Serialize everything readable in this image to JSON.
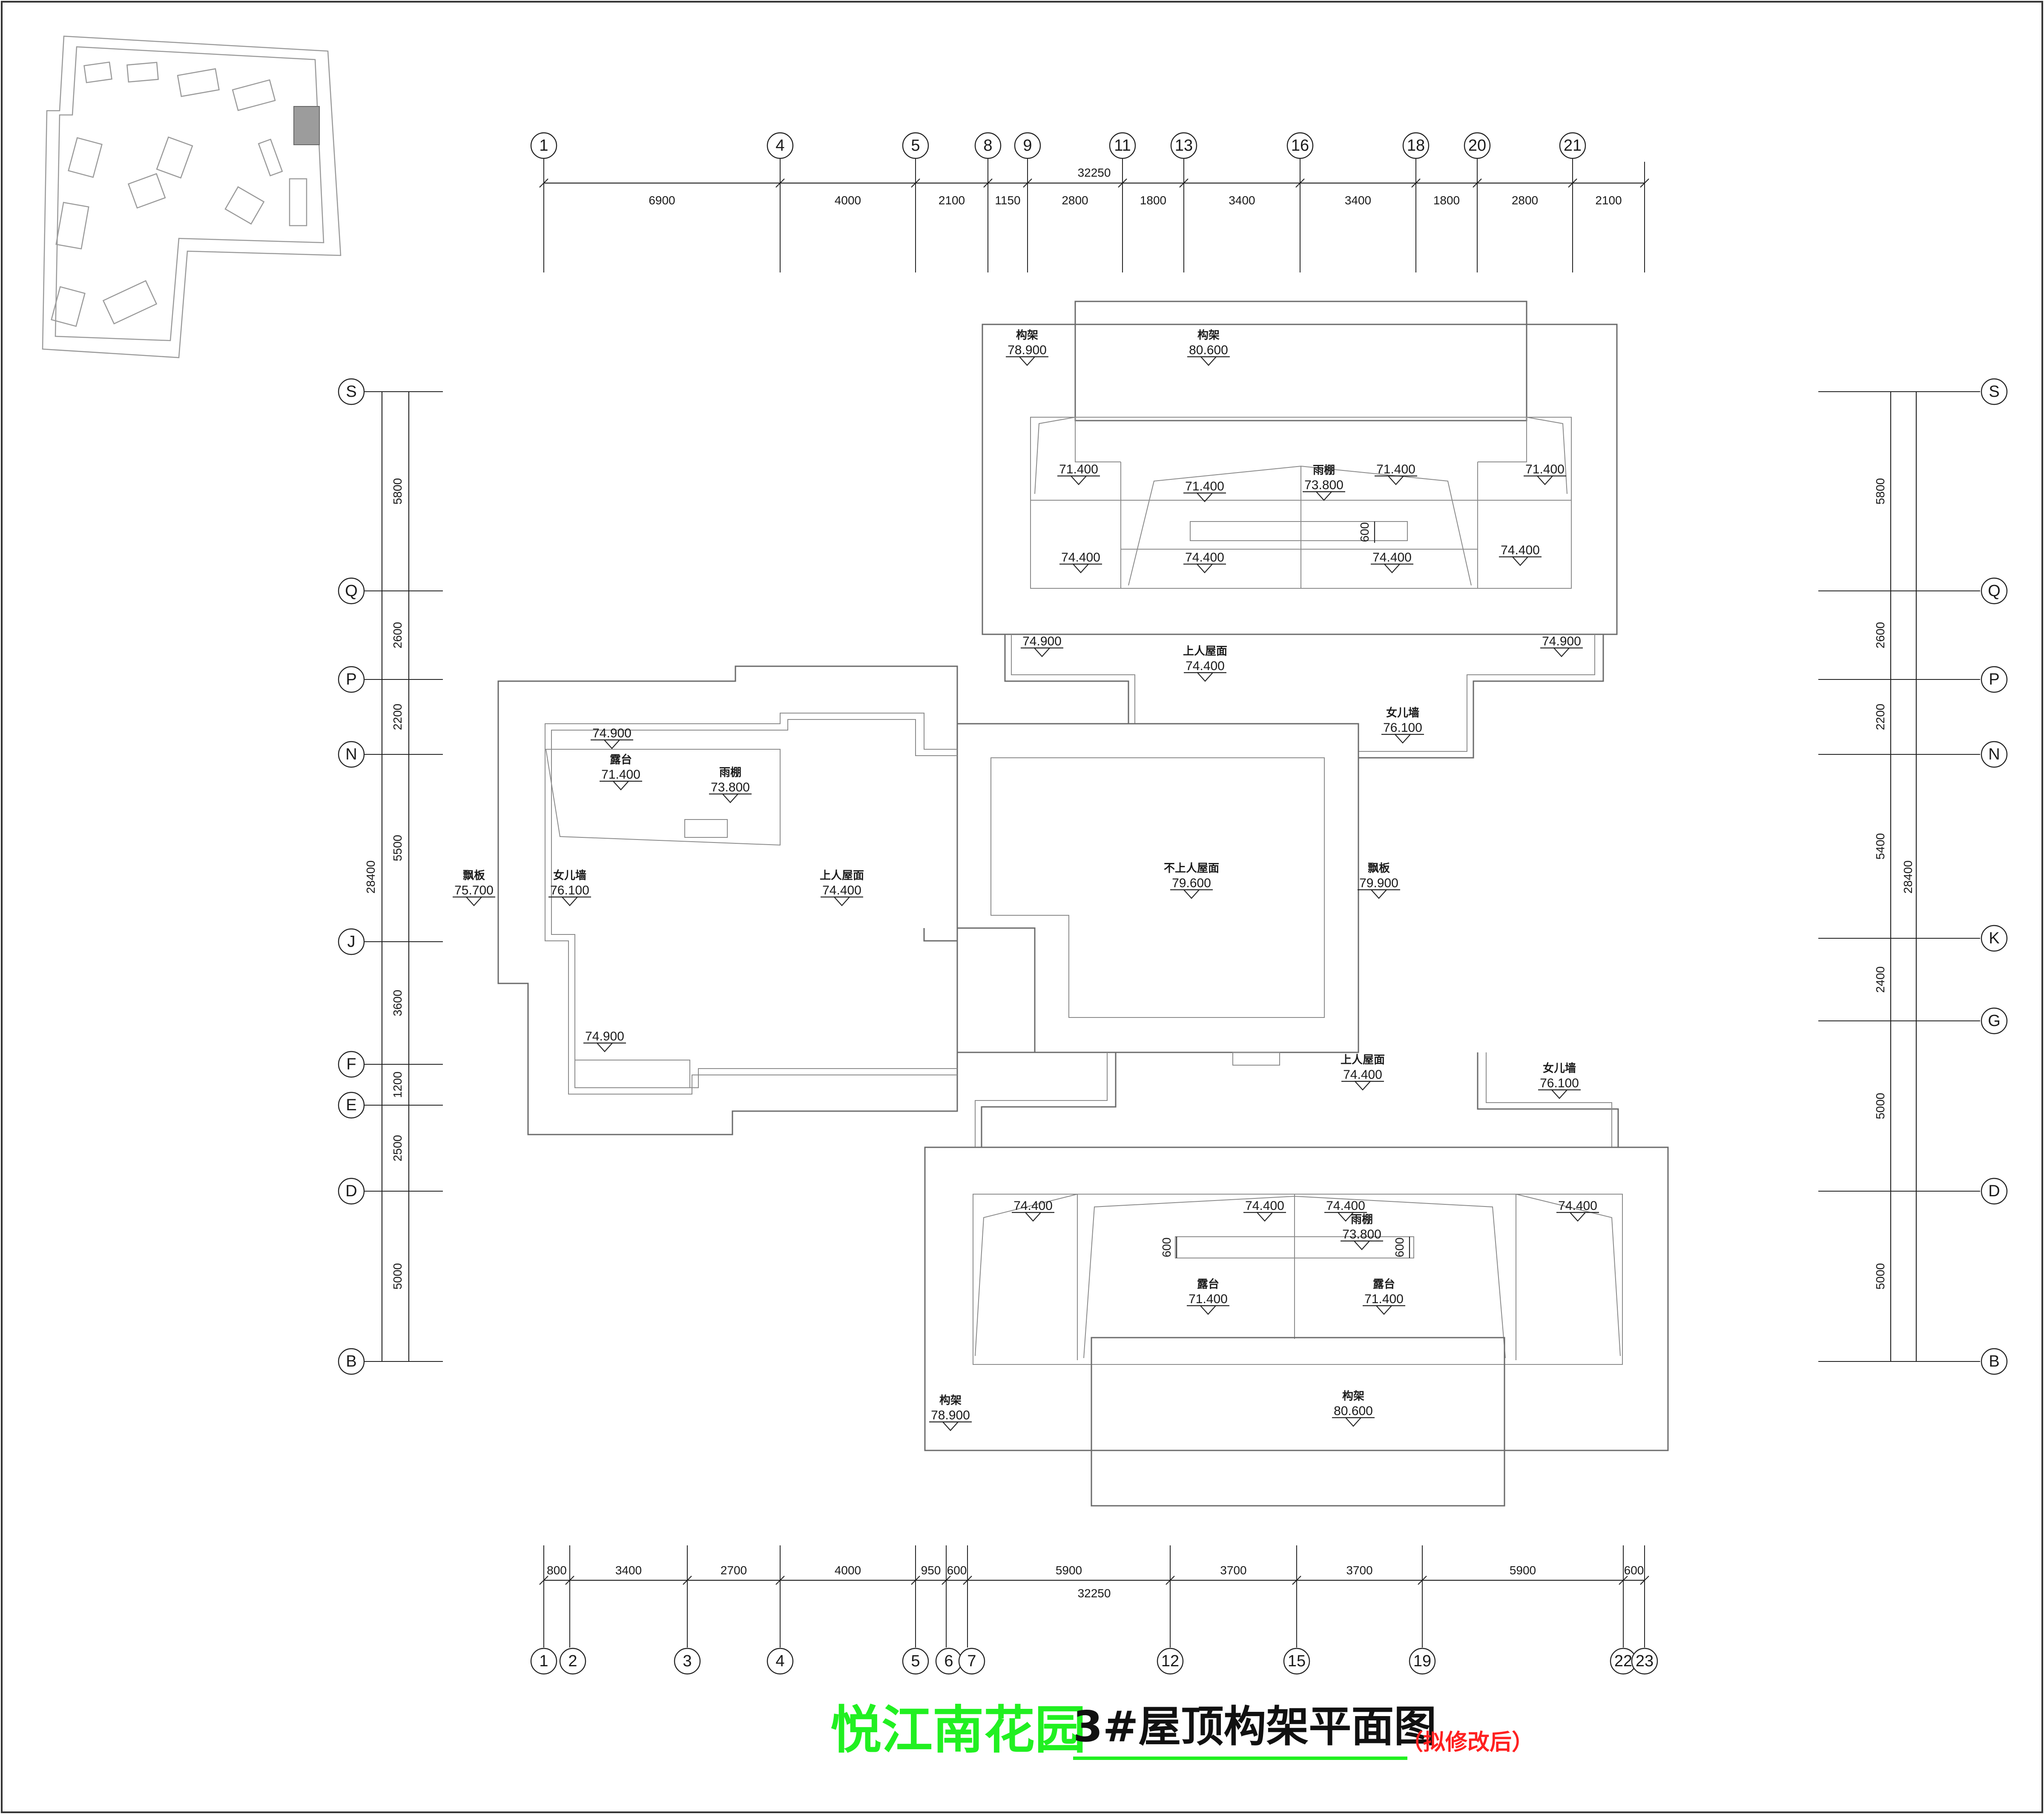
{
  "title": {
    "project": "悦江南花园",
    "drawing": "3#屋顶构架平面图",
    "note": "（拟修改后）"
  },
  "top_axes": {
    "overall": "32250",
    "dims": [
      "6900",
      "4000",
      "2100",
      "1150",
      "2800",
      "1800",
      "3400",
      "3400",
      "1800",
      "2800",
      "2100"
    ],
    "labels": [
      "1",
      "4",
      "5",
      "8",
      "9",
      "11",
      "13",
      "16",
      "18",
      "20",
      "21"
    ]
  },
  "bottom_axes": {
    "overall": "32250",
    "dims": [
      "800",
      "3400",
      "2700",
      "4000",
      "950",
      "600",
      "5900",
      "3700",
      "3700",
      "5900",
      "600"
    ],
    "labels": [
      "1",
      "2",
      "3",
      "4",
      "5",
      "6",
      "7",
      "12",
      "15",
      "19",
      "22",
      "23"
    ]
  },
  "left_axes": {
    "overall": "28400",
    "dims": [
      "5800",
      "2600",
      "2200",
      "5500",
      "3600",
      "1200",
      "2500",
      "5000"
    ],
    "labels": [
      "S",
      "Q",
      "P",
      "N",
      "J",
      "F",
      "E",
      "D",
      "B"
    ]
  },
  "right_axes": {
    "overall": "28400",
    "dims": [
      "5800",
      "2600",
      "2200",
      "5400",
      "2400",
      "5000",
      "5000"
    ],
    "labels": [
      "S",
      "Q",
      "P",
      "N",
      "K",
      "G",
      "D",
      "B"
    ]
  },
  "annotations": [
    {
      "label": "构架",
      "elev": "78.900"
    },
    {
      "label": "构架",
      "elev": "80.600"
    },
    {
      "label": "",
      "elev": "71.400"
    },
    {
      "label": "",
      "elev": "71.400"
    },
    {
      "label": "",
      "elev": "71.400"
    },
    {
      "label": "雨棚",
      "elev": "73.800"
    },
    {
      "label": "",
      "elev": "71.400"
    },
    {
      "label": "",
      "elev": "74.400"
    },
    {
      "label": "",
      "elev": "74.400"
    },
    {
      "label": "",
      "elev": "74.400"
    },
    {
      "label": "",
      "elev": "74.400"
    },
    {
      "label": "",
      "elev": "74.900"
    },
    {
      "label": "",
      "elev": "74.900"
    },
    {
      "label": "上人屋面",
      "elev": "74.400"
    },
    {
      "label": "女儿墙",
      "elev": "76.100"
    },
    {
      "label": "",
      "elev": "74.900"
    },
    {
      "label": "露台",
      "elev": "71.400"
    },
    {
      "label": "雨棚",
      "elev": "73.800"
    },
    {
      "label": "飘板",
      "elev": "75.700"
    },
    {
      "label": "女儿墙",
      "elev": "76.100"
    },
    {
      "label": "上人屋面",
      "elev": "74.400"
    },
    {
      "label": "不上人屋面",
      "elev": "79.600"
    },
    {
      "label": "飘板",
      "elev": "79.900"
    },
    {
      "label": "",
      "elev": "74.900"
    },
    {
      "label": "上人屋面",
      "elev": "74.400"
    },
    {
      "label": "女儿墙",
      "elev": "76.100"
    },
    {
      "label": "",
      "elev": "74.400"
    },
    {
      "label": "",
      "elev": "74.400"
    },
    {
      "label": "",
      "elev": "74.400"
    },
    {
      "label": "雨棚",
      "elev": "73.800"
    },
    {
      "label": "",
      "elev": "74.400"
    },
    {
      "label": "露台",
      "elev": "71.400"
    },
    {
      "label": "露台",
      "elev": "71.400"
    },
    {
      "label": "构架",
      "elev": "78.900"
    },
    {
      "label": "构架",
      "elev": "80.600"
    }
  ],
  "small_dims": [
    "600",
    "600",
    "600"
  ]
}
